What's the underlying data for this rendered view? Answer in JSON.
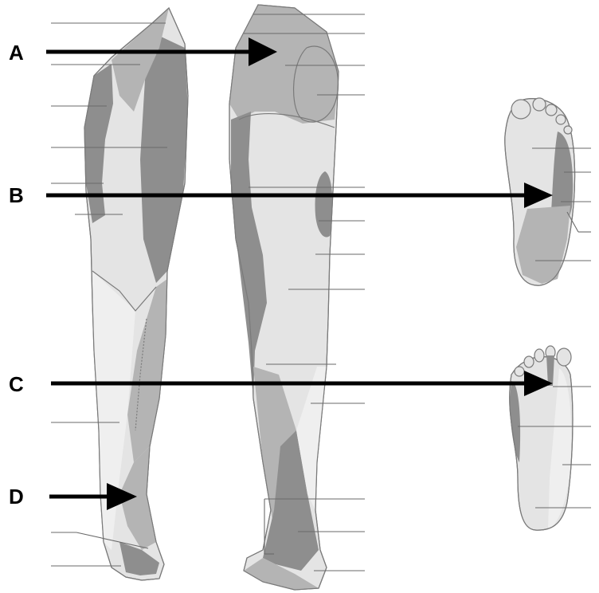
{
  "arrows": [
    {
      "label": "A"
    },
    {
      "label": "B"
    },
    {
      "label": "C"
    },
    {
      "label": "D"
    }
  ],
  "colors": {
    "light": "#e4e4e4",
    "mid": "#b4b4b4",
    "dark": "#8e8e8e",
    "lightest": "#efefef"
  }
}
